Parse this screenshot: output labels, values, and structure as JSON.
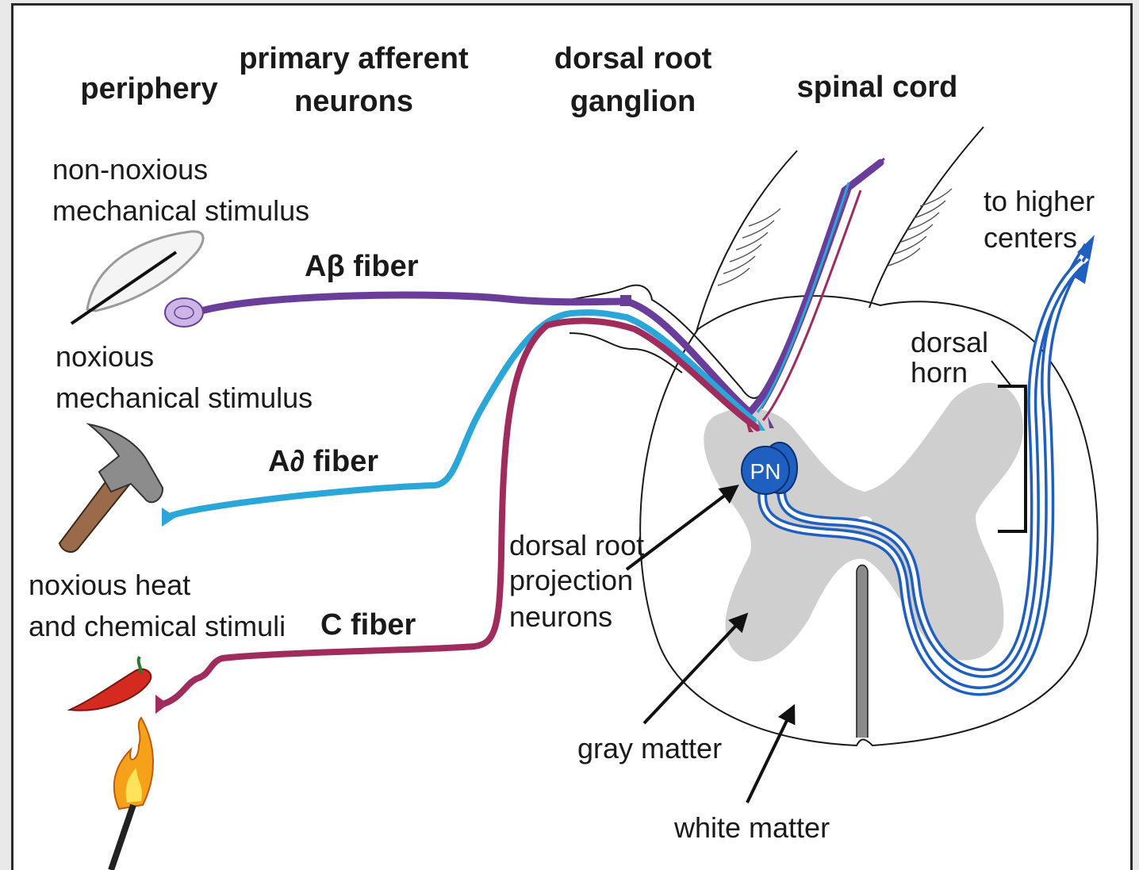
{
  "headers": {
    "periphery": "periphery",
    "primary_afferent_1": "primary afferent",
    "primary_afferent_2": "neurons",
    "drg_1": "dorsal root",
    "drg_2": "ganglion",
    "spinal_cord": "spinal cord"
  },
  "stimuli": {
    "non_noxious_1": "non-noxious",
    "non_noxious_2": "mechanical stimulus",
    "noxious_mech_1": "noxious",
    "noxious_mech_2": "mechanical stimulus",
    "heat_1": "noxious heat",
    "heat_2": "and chemical stimuli"
  },
  "fibers": {
    "a_beta": "Aβ fiber",
    "a_delta": "A∂ fiber",
    "c": "C fiber"
  },
  "labels": {
    "to_higher_1": "to higher",
    "to_higher_2": "centers",
    "dorsal_horn_1": "dorsal",
    "dorsal_horn_2": "horn",
    "projection_1": "dorsal root",
    "projection_2": "projection",
    "projection_3": "neurons",
    "gray_matter": "gray matter",
    "white_matter": "white matter",
    "pn": "PN"
  },
  "colors": {
    "a_beta": "#6a3d9a",
    "a_delta": "#2aa6d8",
    "c_fiber": "#a02c5e",
    "projection": "#1f5fbf",
    "gray_matter": "#cfcfcf"
  }
}
